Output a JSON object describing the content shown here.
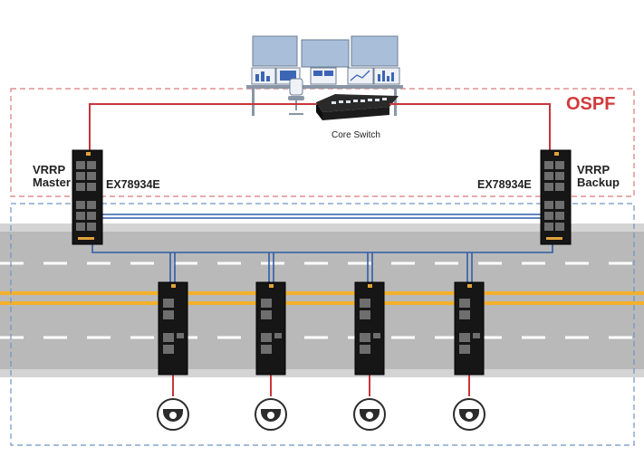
{
  "protocol_zone": {
    "label": "OSPF",
    "color": "#d23a3a"
  },
  "core_switch": {
    "label": "Core Switch"
  },
  "master_router": {
    "role_line1": "VRRP",
    "role_line2": "Master",
    "model": "EX78934E"
  },
  "backup_router": {
    "role_line1": "VRRP",
    "role_line2": "Backup",
    "model": "EX78934E"
  },
  "colors": {
    "red_link": "#c8363a",
    "blue_link": "#2f5da8",
    "ospf_border": "#d97a7a",
    "lan_border": "#6f93c4",
    "road": "#b9b9b9",
    "road_edge": "#d4d4d4",
    "lane_marking": "#ffffff",
    "center_line": "#f3b12b",
    "device_body": "#161616"
  },
  "icons": {
    "workstation": "operator-desk-icon",
    "switch": "core-switch-icon",
    "camera": "dome-camera-icon",
    "device": "industrial-switch-icon"
  },
  "edge_switch_count": 4,
  "camera_count": 4
}
